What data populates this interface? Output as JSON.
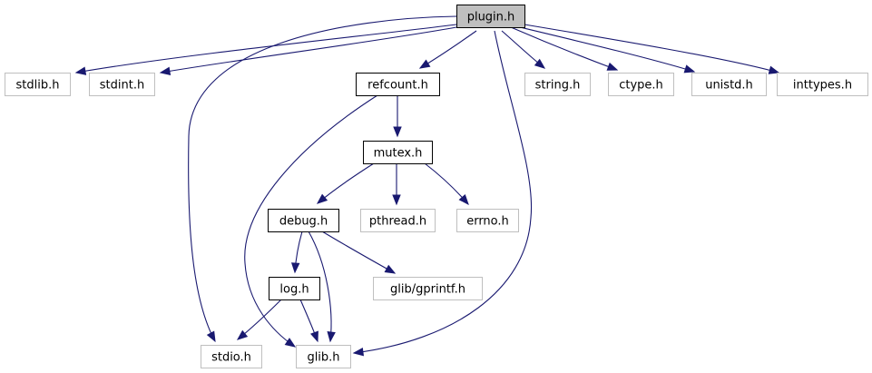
{
  "graph": {
    "colors": {
      "edge": "#191970",
      "root_fill": "#bfbfbf",
      "root_stroke": "#000000",
      "local_stroke": "#000000",
      "system_stroke": "#bfbfbf"
    },
    "nodes": [
      {
        "id": "plugin",
        "label": "plugin.h",
        "kind": "root"
      },
      {
        "id": "stdlib",
        "label": "stdlib.h",
        "kind": "system"
      },
      {
        "id": "stdint",
        "label": "stdint.h",
        "kind": "system"
      },
      {
        "id": "refcount",
        "label": "refcount.h",
        "kind": "local"
      },
      {
        "id": "string",
        "label": "string.h",
        "kind": "system"
      },
      {
        "id": "ctype",
        "label": "ctype.h",
        "kind": "system"
      },
      {
        "id": "unistd",
        "label": "unistd.h",
        "kind": "system"
      },
      {
        "id": "inttypes",
        "label": "inttypes.h",
        "kind": "system"
      },
      {
        "id": "mutex",
        "label": "mutex.h",
        "kind": "local"
      },
      {
        "id": "debug",
        "label": "debug.h",
        "kind": "local"
      },
      {
        "id": "pthread",
        "label": "pthread.h",
        "kind": "system"
      },
      {
        "id": "errno",
        "label": "errno.h",
        "kind": "system"
      },
      {
        "id": "log",
        "label": "log.h",
        "kind": "local"
      },
      {
        "id": "gprintf",
        "label": "glib/gprintf.h",
        "kind": "system"
      },
      {
        "id": "stdio",
        "label": "stdio.h",
        "kind": "system"
      },
      {
        "id": "glib",
        "label": "glib.h",
        "kind": "system"
      }
    ],
    "edges": [
      {
        "from": "plugin",
        "to": "stdlib"
      },
      {
        "from": "plugin",
        "to": "stdint"
      },
      {
        "from": "plugin",
        "to": "refcount"
      },
      {
        "from": "plugin",
        "to": "string"
      },
      {
        "from": "plugin",
        "to": "ctype"
      },
      {
        "from": "plugin",
        "to": "unistd"
      },
      {
        "from": "plugin",
        "to": "inttypes"
      },
      {
        "from": "plugin",
        "to": "stdio"
      },
      {
        "from": "plugin",
        "to": "glib"
      },
      {
        "from": "refcount",
        "to": "mutex"
      },
      {
        "from": "refcount",
        "to": "glib"
      },
      {
        "from": "mutex",
        "to": "debug"
      },
      {
        "from": "mutex",
        "to": "pthread"
      },
      {
        "from": "mutex",
        "to": "errno"
      },
      {
        "from": "debug",
        "to": "log"
      },
      {
        "from": "debug",
        "to": "gprintf"
      },
      {
        "from": "debug",
        "to": "glib"
      },
      {
        "from": "log",
        "to": "stdio"
      },
      {
        "from": "log",
        "to": "glib"
      }
    ]
  }
}
